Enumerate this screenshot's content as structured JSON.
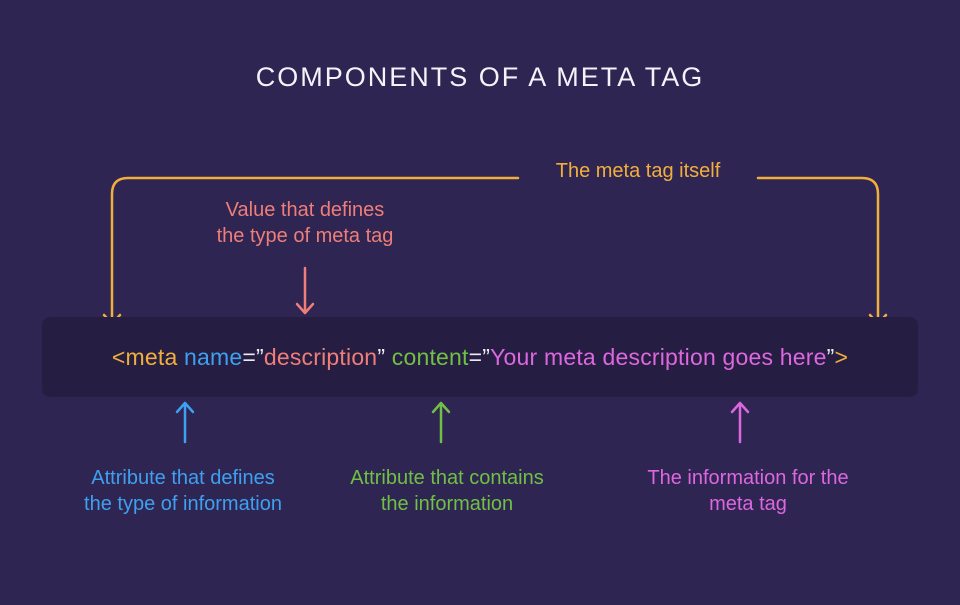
{
  "title": "COMPONENTS OF A META TAG",
  "colors": {
    "background": "#2F2552",
    "code_box": "#261E42",
    "title_text": "#F5F2FA",
    "yellow": "#F2AE3D",
    "salmon": "#EF7E79",
    "blue": "#3EA0F0",
    "green": "#70C043",
    "magenta": "#DC67DE",
    "code_punctuation": "#ECE9F1"
  },
  "labels": {
    "meta_tag_itself": {
      "text": "The meta tag itself"
    },
    "value_defines": {
      "line1": "Value that defines",
      "line2": "the type of meta tag"
    },
    "attribute_defines": {
      "line1": "Attribute that defines",
      "line2": "the type of information"
    },
    "attribute_contains": {
      "line1": "Attribute that contains",
      "line2": "the information"
    },
    "information_for": {
      "line1": "The information for the",
      "line2": "meta tag"
    }
  },
  "code": {
    "segments": [
      {
        "text": "<meta ",
        "color": "yellow"
      },
      {
        "text": "name",
        "color": "blue"
      },
      {
        "text": "=”",
        "color": "punctuation"
      },
      {
        "text": "description",
        "color": "salmon"
      },
      {
        "text": "” ",
        "color": "punctuation"
      },
      {
        "text": "content",
        "color": "green"
      },
      {
        "text": "=”",
        "color": "punctuation"
      },
      {
        "text": "Your meta description goes here",
        "color": "magenta"
      },
      {
        "text": "”",
        "color": "punctuation"
      },
      {
        "text": ">",
        "color": "yellow"
      }
    ]
  }
}
